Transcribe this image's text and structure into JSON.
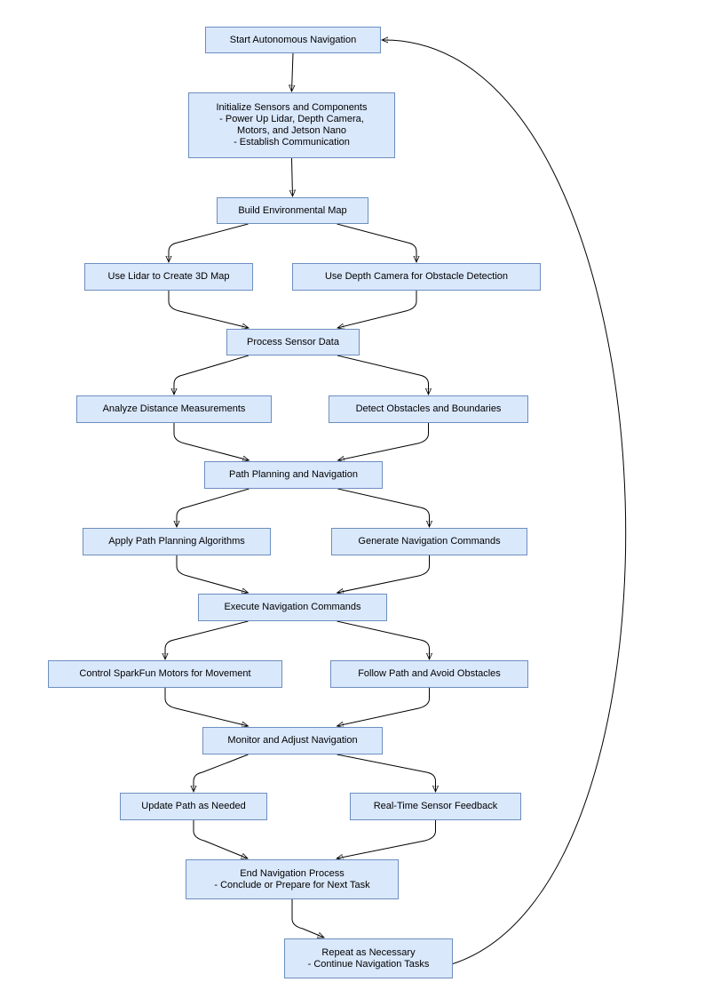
{
  "diagram": {
    "nodes": {
      "start": [
        "Start Autonomous Navigation"
      ],
      "init": [
        "Initialize Sensors and Components",
        "- Power Up Lidar, Depth Camera,",
        "Motors, and Jetson Nano",
        "- Establish Communication"
      ],
      "build_map": [
        "Build Environmental Map"
      ],
      "lidar_map": [
        "Use Lidar to Create 3D Map"
      ],
      "depth_cam": [
        "Use Depth Camera for Obstacle Detection"
      ],
      "process": [
        "Process Sensor Data"
      ],
      "analyze": [
        "Analyze Distance Measurements"
      ],
      "detect": [
        "Detect Obstacles and Boundaries"
      ],
      "path_plan": [
        "Path Planning and Navigation"
      ],
      "apply_algo": [
        "Apply Path Planning Algorithms"
      ],
      "gen_cmds": [
        "Generate Navigation Commands"
      ],
      "exec_cmds": [
        "Execute Navigation Commands"
      ],
      "motors": [
        "Control SparkFun Motors for Movement"
      ],
      "follow": [
        "Follow Path and Avoid Obstacles"
      ],
      "monitor": [
        "Monitor and Adjust Navigation"
      ],
      "update": [
        "Update Path as Needed"
      ],
      "feedback": [
        "Real-Time Sensor Feedback"
      ],
      "end": [
        "End Navigation Process",
        "- Conclude or Prepare for Next Task"
      ],
      "repeat": [
        "Repeat as Necessary",
        "- Continue Navigation Tasks"
      ]
    },
    "edges": [
      [
        "start",
        "init"
      ],
      [
        "init",
        "build_map"
      ],
      [
        "build_map",
        "lidar_map"
      ],
      [
        "build_map",
        "depth_cam"
      ],
      [
        "lidar_map",
        "process"
      ],
      [
        "depth_cam",
        "process"
      ],
      [
        "process",
        "analyze"
      ],
      [
        "process",
        "detect"
      ],
      [
        "analyze",
        "path_plan"
      ],
      [
        "detect",
        "path_plan"
      ],
      [
        "path_plan",
        "apply_algo"
      ],
      [
        "path_plan",
        "gen_cmds"
      ],
      [
        "apply_algo",
        "exec_cmds"
      ],
      [
        "gen_cmds",
        "exec_cmds"
      ],
      [
        "exec_cmds",
        "motors"
      ],
      [
        "exec_cmds",
        "follow"
      ],
      [
        "motors",
        "monitor"
      ],
      [
        "follow",
        "monitor"
      ],
      [
        "monitor",
        "update"
      ],
      [
        "monitor",
        "feedback"
      ],
      [
        "update",
        "end"
      ],
      [
        "feedback",
        "end"
      ],
      [
        "end",
        "repeat"
      ],
      [
        "repeat",
        "start"
      ]
    ],
    "colors": {
      "node_fill": "#dae8fc",
      "node_stroke": "#6c8ebf",
      "edge": "#000000"
    }
  }
}
